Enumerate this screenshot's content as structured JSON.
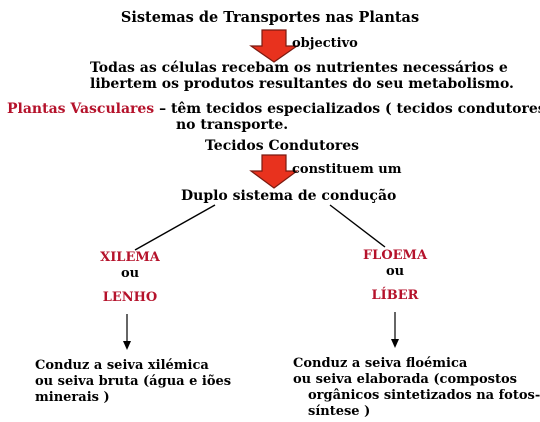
{
  "title": "Sistemas de Transportes nas Plantas",
  "arrow1_label": "objectivo",
  "purpose": {
    "line1": "Todas as células recebam os nutrientes necessários e",
    "line2": "libertem os produtos resultantes do seu metabolismo."
  },
  "vascular": {
    "term": "Plantas Vasculares",
    "dash": "–",
    "line1": "têm tecidos especializados ( tecidos condutores)",
    "line2": "no transporte."
  },
  "tissues_title": "Tecidos Condutores",
  "arrow2_label": "constituem um",
  "dual_system": "Duplo sistema de condução",
  "left": {
    "name": "XILEMA",
    "or": "ou",
    "alt": "LENHO",
    "desc1": "Conduz a seiva xilémica",
    "desc2": "ou seiva bruta (água e iões",
    "desc3": "minerais )"
  },
  "right": {
    "name": "FLOEMA",
    "or": "ou",
    "alt": "LÍBER",
    "desc1": "Conduz a seiva floémica",
    "desc2": "ou seiva elaborada (compostos",
    "desc3": "orgânicos sintetizados na fotos-",
    "desc4": "síntese )"
  },
  "colors": {
    "arrow_fill": "#e8321e",
    "arrow_stroke": "#7a1a10",
    "highlight_text": "#b5122b",
    "text": "#000000"
  }
}
